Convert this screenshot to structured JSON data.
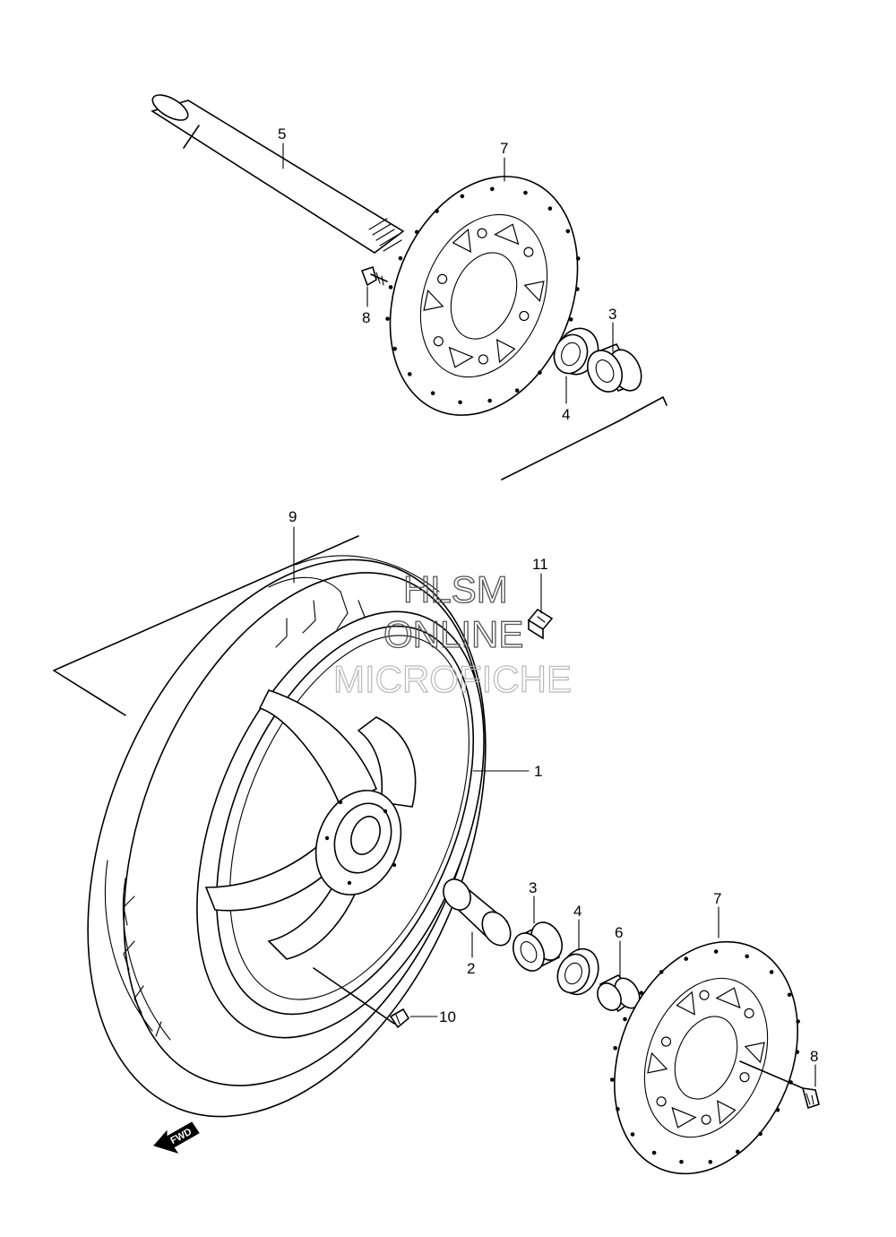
{
  "callouts": {
    "p1": "1",
    "p2": "2",
    "p3_top": "3",
    "p3_bottom": "3",
    "p4_top": "4",
    "p4_bottom": "4",
    "p5": "5",
    "p6": "6",
    "p7_top": "7",
    "p7_bottom": "7",
    "p8_top": "8",
    "p8_bottom": "8",
    "p9": "9",
    "p10": "10",
    "p11": "11"
  },
  "watermark": {
    "line1": "HLSM",
    "line2": "ONLINE",
    "line3": "MICROFICHE"
  },
  "direction_marker": {
    "label": "FWD",
    "icon": "arrow-left-icon"
  }
}
